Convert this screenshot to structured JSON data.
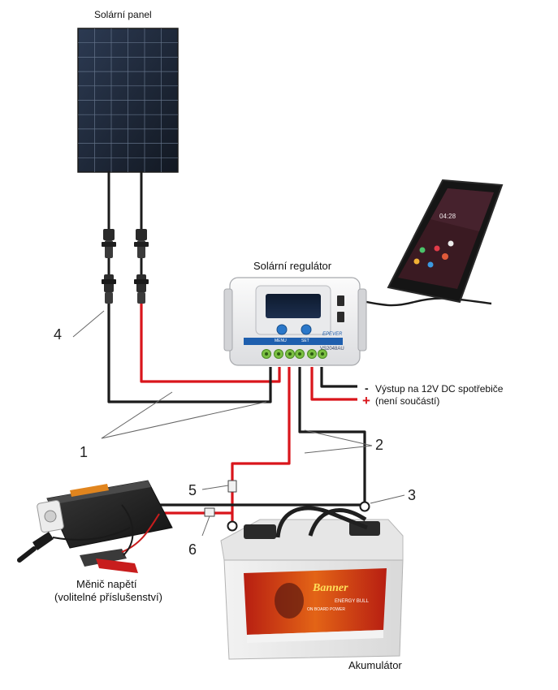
{
  "labels": {
    "panel": "Solární panel",
    "regulator": "Solární regulátor",
    "output_line1": "Výstup na 12V DC spotřebiče",
    "output_line2": "(není součástí)",
    "minus_sign": "-",
    "plus_sign": "+",
    "inverter_line1": "Měnič napětí",
    "inverter_line2": "(volitelné příslušenství)",
    "battery": "Akumulátor"
  },
  "callouts": [
    "1",
    "2",
    "3",
    "4",
    "5",
    "6"
  ],
  "regulator_ui": {
    "menu": "MENU",
    "set": "SET",
    "model": "VS2048AU",
    "brand": "EPEVER"
  },
  "phone_ui": {
    "time": "04:28"
  },
  "battery_ui": {
    "brand": "Banner",
    "product": "ENERGY BULL",
    "sub": "ON BOARD POWER"
  },
  "colors": {
    "wire_red": "#d9151b",
    "wire_black": "#1b1b1b",
    "regulator_blue": "#1f5fae",
    "regulator_button": "#2a77c9",
    "button_green": "#7bc043",
    "battery_orange": "#f3a21b",
    "battery_red": "#c8261a",
    "panel_cell": "#1f2a3a"
  }
}
